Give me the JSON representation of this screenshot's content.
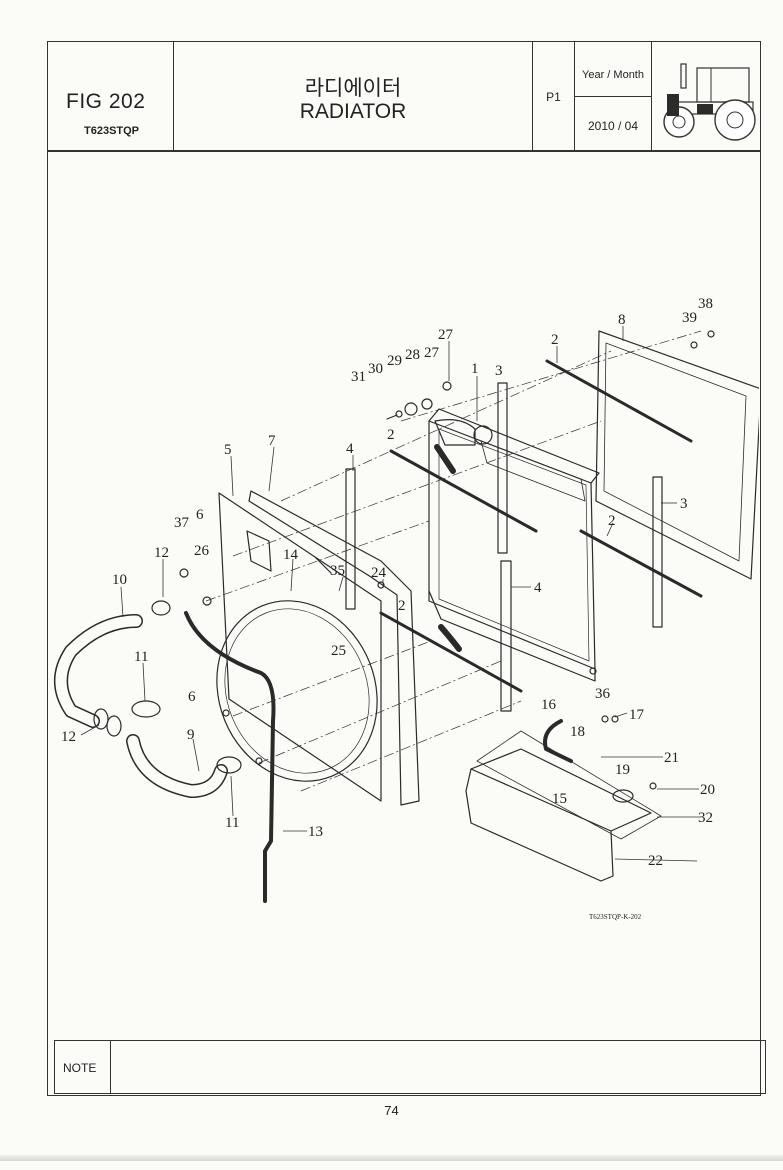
{
  "header": {
    "fig_number": "FIG 202",
    "model": "T623STQP",
    "title_korean": "라디에이터",
    "title_english": "RADIATOR",
    "page_code": "P1",
    "year_month_label": "Year / Month",
    "year_month_value": "2010 / 04"
  },
  "diagram": {
    "drawing_code": "T623STQP-K-202",
    "callouts": [
      "1",
      "2",
      "2",
      "2",
      "2",
      "3",
      "3",
      "4",
      "4",
      "5",
      "6",
      "6",
      "7",
      "8",
      "9",
      "10",
      "11",
      "11",
      "12",
      "12",
      "13",
      "14",
      "15",
      "16",
      "17",
      "18",
      "19",
      "20",
      "21",
      "22",
      "24",
      "25",
      "26",
      "27",
      "27",
      "28",
      "29",
      "30",
      "31",
      "32",
      "35",
      "36",
      "37",
      "38",
      "39"
    ]
  },
  "note": {
    "label": "NOTE"
  },
  "footer": {
    "page_number": "74"
  }
}
